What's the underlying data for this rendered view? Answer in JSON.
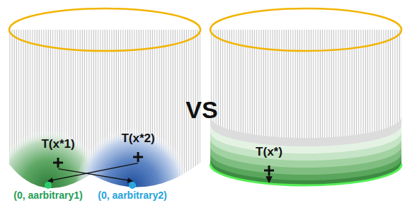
{
  "diagram": {
    "nodes": [
      {
        "text": [
          "T(x*1)"
        ]
      },
      {
        "text": [
          "T(x*2)"
        ]
      },
      {
        "text": [
          "(0, aarbitrary1)"
        ]
      },
      {
        "text": [
          "(0, aarbitrary2)"
        ]
      },
      {
        "text": [
          "T(x*)"
        ]
      }
    ],
    "edges": [
      {
        "from": 0,
        "to": 3,
        "arrow": "to"
      },
      {
        "from": 1,
        "to": 2,
        "arrow": "to"
      }
    ],
    "labels": [
      "VS"
    ]
  }
}
